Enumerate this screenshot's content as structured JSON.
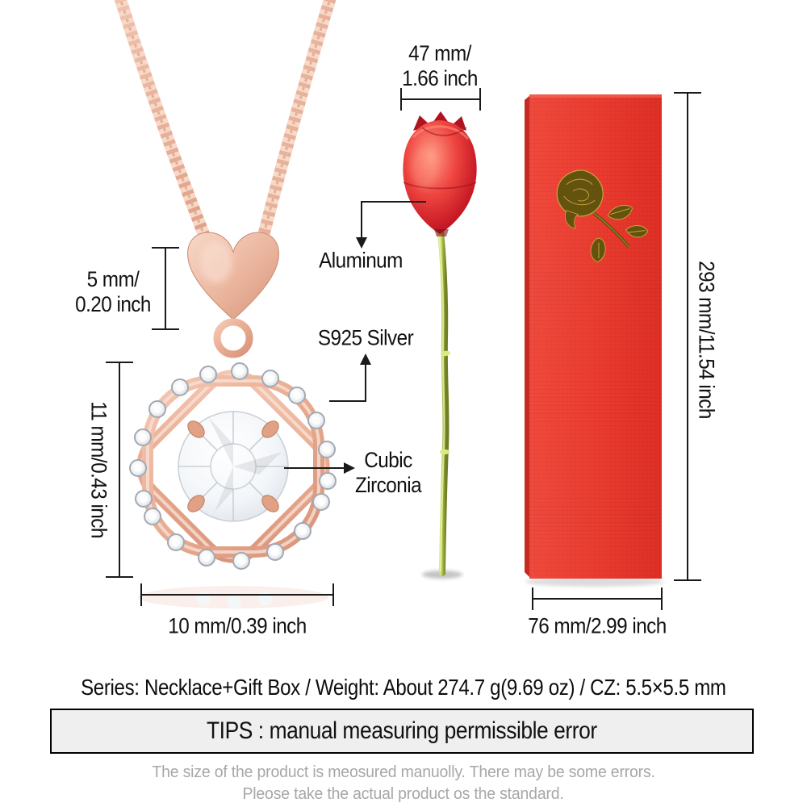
{
  "annotations": {
    "aluminum_label": "Aluminum",
    "silver_label": "S925 Silver",
    "cz_label_line1": "Cubic",
    "cz_label_line2": "Zirconia"
  },
  "dimensions": {
    "heart_height_line1": "5 mm/",
    "heart_height_line2": "0.20 inch",
    "pendant_height": "11 mm/0.43 inch",
    "pendant_width": "10 mm/0.39 inch",
    "rose_width_line1": "47 mm/",
    "rose_width_line2": "1.66 inch",
    "box_height": "293 mm/11.54 inch",
    "box_width": "76 mm/2.99 inch"
  },
  "footer": {
    "series_line": "Series: Necklace+Gift Box / Weight: About 274.7 g(9.69 oz) / CZ: 5.5×5.5 mm",
    "tips_banner": "TIPS : manual measuring permissible error",
    "disclaimer_line1": "The size of the product is meosured manuolly. There may be some errors.",
    "disclaimer_line2": "Pleose take the actual product os the standard."
  },
  "colors": {
    "rose_gold": "#e9af97",
    "box_red": "#ea3c30",
    "rose_flower_red": "#cf1722",
    "stem_green": "#9aaa3c",
    "gold_print": "#64520f",
    "dimension_line": "#1a1a1a",
    "tips_background": "#efefef",
    "disclaimer_text": "#a7a7a7"
  }
}
